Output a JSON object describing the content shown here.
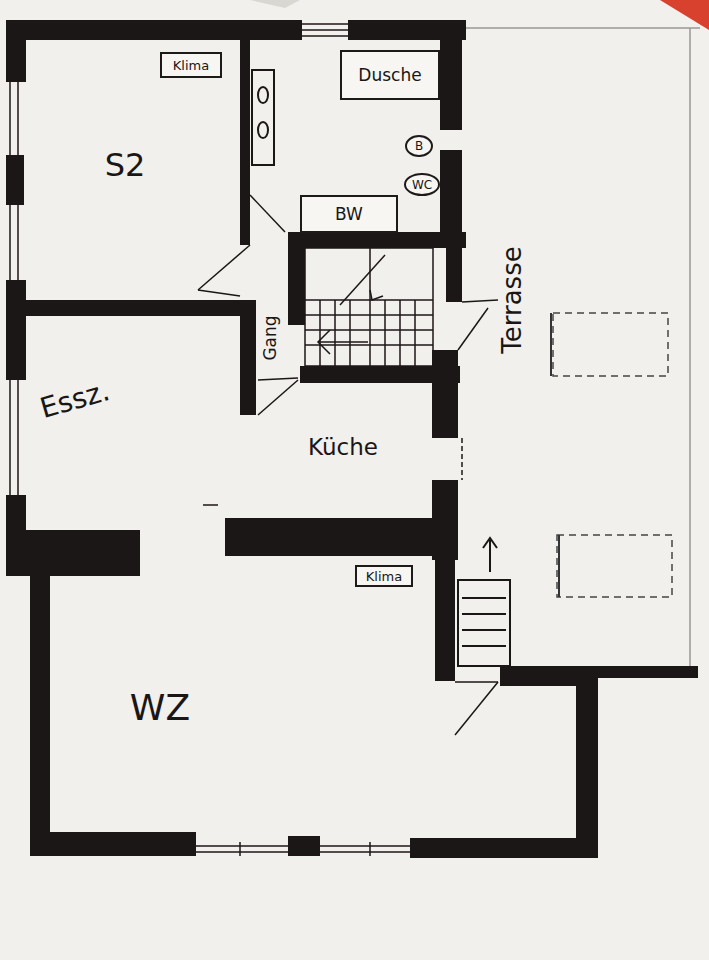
{
  "diagram": {
    "nodes": [
      {
        "text": [
          "Klima"
        ]
      },
      {
        "text": [
          "Dusche"
        ]
      },
      {
        "text": [
          "B"
        ]
      },
      {
        "text": [
          "WC"
        ]
      },
      {
        "text": [
          "BW"
        ]
      },
      {
        "text": [
          "Klima"
        ]
      }
    ],
    "labels": [
      "S2",
      "Essz.",
      "Gang",
      "Küche",
      "Terrasse",
      "WZ"
    ]
  }
}
